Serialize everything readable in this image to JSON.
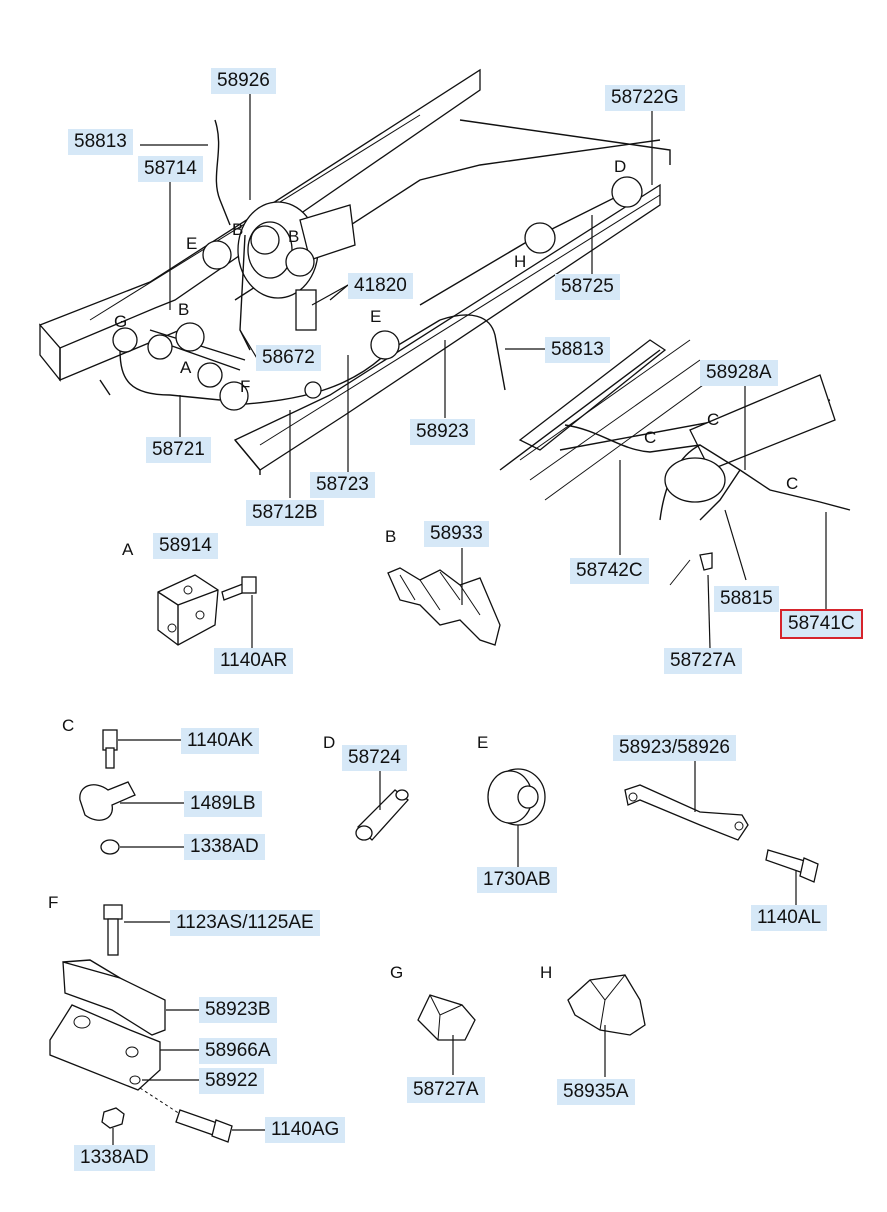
{
  "callouts": {
    "p58926": "58926",
    "p58813a": "58813",
    "p58714": "58714",
    "p41820": "41820",
    "p58672": "58672",
    "p58721": "58721",
    "p58712B": "58712B",
    "p58723": "58723",
    "p58923a": "58923",
    "p58813b": "58813",
    "p58722G": "58722G",
    "p58725": "58725",
    "p58928A": "58928A",
    "p58742C": "58742C",
    "p58815": "58815",
    "p58741C": "58741C",
    "p58727A_a": "58727A",
    "p58914": "58914",
    "p1140AR": "1140AR",
    "p58933": "58933",
    "p1140AK": "1140AK",
    "p1489LB": "1489LB",
    "p1338AD_a": "1338AD",
    "p58724": "58724",
    "p1730AB": "1730AB",
    "p58923_58926": "58923/58926",
    "p1140AL": "1140AL",
    "p1123AS": "1123AS/1125AE",
    "p58923B": "58923B",
    "p58966A": "58966A",
    "p58922": "58922",
    "p1140AG": "1140AG",
    "p1338AD_b": "1338AD",
    "p58727A_b": "58727A",
    "p58935A": "58935A"
  },
  "sections": {
    "A": "A",
    "B": "B",
    "C": "C",
    "D": "D",
    "E": "E",
    "F": "F",
    "G": "G",
    "H": "H"
  },
  "diagram_letters": {
    "b1": "B",
    "b2": "B",
    "b3": "B",
    "e1": "E",
    "e2": "E",
    "g1": "G",
    "a1": "A",
    "f1": "F",
    "d1": "D",
    "h1": "H",
    "c1": "C",
    "c2": "C",
    "c3": "C"
  },
  "highlight_color": "#d6242c",
  "label_bg": "#d6e8f7"
}
